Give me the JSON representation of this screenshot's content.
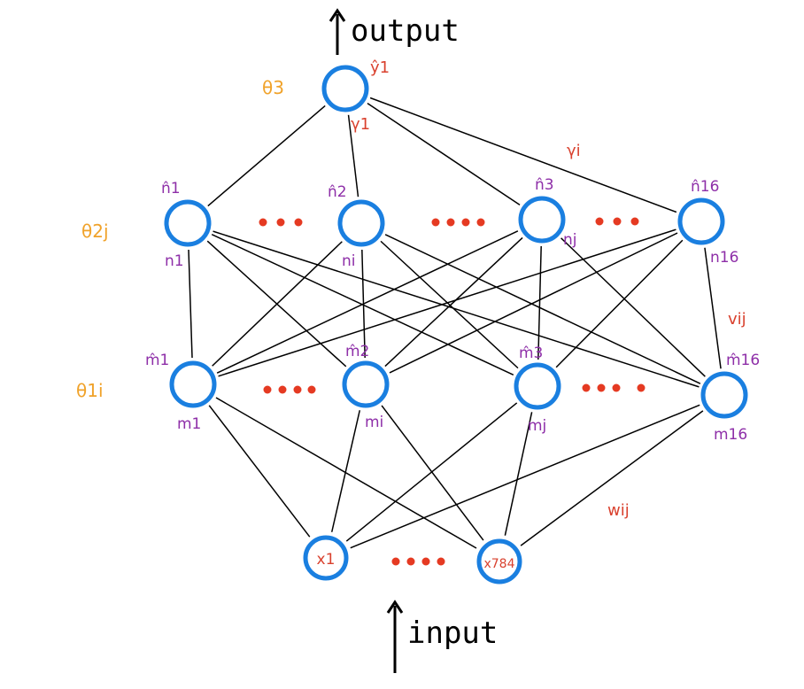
{
  "colors": {
    "node_stroke": "#1a7fe0",
    "edge": "#000000",
    "ellipsis_dots": "#e53a22",
    "node_label": "#8e2fa8",
    "weight_label": "#d9412e",
    "bias_label": "#f0a22a"
  },
  "labels": {
    "output": "output",
    "input": "input",
    "theta3": "θ3",
    "theta2j": "θ2j",
    "theta1i": "θ1i",
    "gamma_hat1": "ŷ1",
    "gamma1": "γ1",
    "gamma_i": "γi",
    "v_ij": "vij",
    "w_ij": "wij"
  },
  "layers": {
    "output": [
      {
        "top": "",
        "bottom": ""
      }
    ],
    "hidden2": [
      {
        "top": "n̂1",
        "bottom": "n1"
      },
      {
        "top": "n̂2",
        "bottom": "ni"
      },
      {
        "top": "n̂3",
        "bottom": "nj"
      },
      {
        "top": "n̂16",
        "bottom": "n16"
      }
    ],
    "hidden1": [
      {
        "top": "m̂1",
        "bottom": "m1"
      },
      {
        "top": "m̂2",
        "bottom": "mi"
      },
      {
        "top": "m̂3",
        "bottom": "mj"
      },
      {
        "top": "m̂16",
        "bottom": "m16"
      }
    ],
    "input": [
      {
        "inner": "x1"
      },
      {
        "inner": "x784"
      }
    ]
  }
}
